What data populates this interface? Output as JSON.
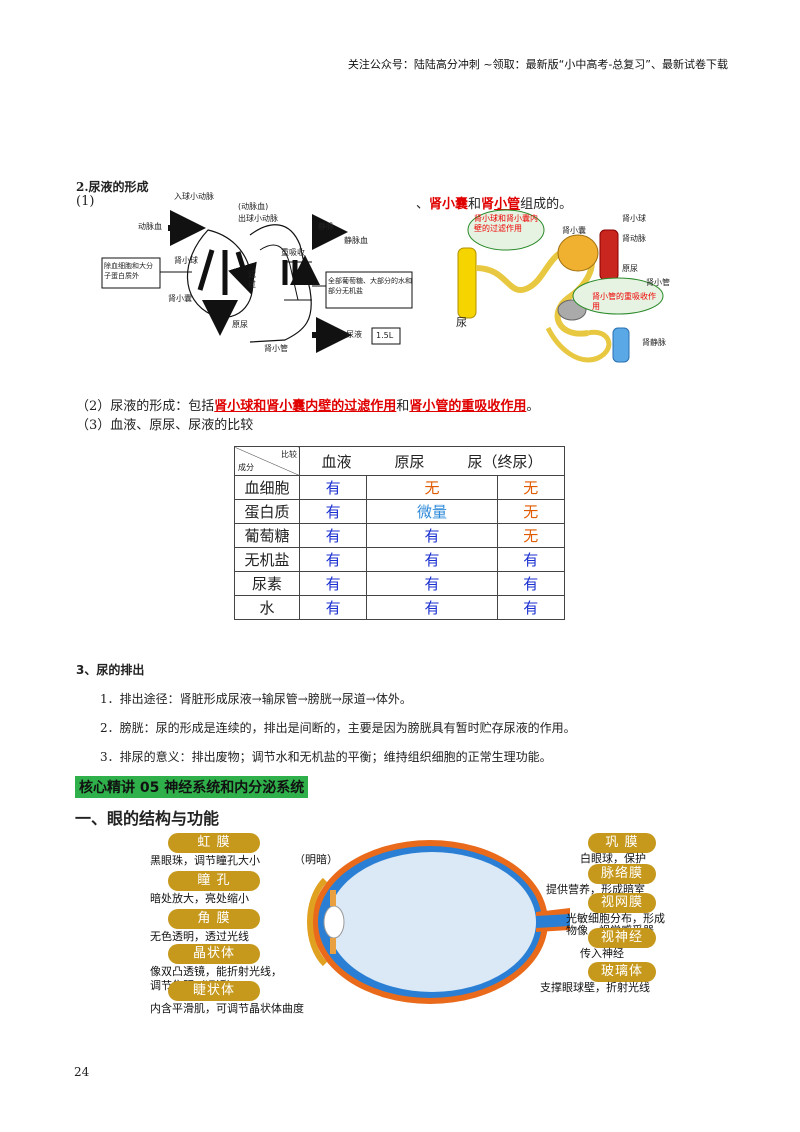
{
  "header": {
    "text": "关注公众号：陆陆高分冲刺  ~领取：最新版“小中高考-总复习”、最新试卷下载"
  },
  "section2": {
    "title": "2.尿液的形成",
    "line1_prefix": "(1)",
    "line1_mid": "、",
    "line1_term1": "肾小囊",
    "line1_and": "和",
    "line1_term2a": "肾",
    "line1_term2b": "小管",
    "line1_suffix": "组成的。"
  },
  "diagram1": {
    "labels": {
      "in_artery": "入球小动脉",
      "arteriole_paren": "(动脉血)",
      "out_artery": "出球小动脉",
      "vein": "静脉",
      "artery_blood": "动脉血",
      "vein_blood": "静脉血",
      "glomerulus": "肾小球",
      "filter": "滤过",
      "reabsorb": "重吸收",
      "bowman": "肾小囊",
      "primary_urine": "原尿",
      "tubule": "肾小管",
      "urine": "尿液",
      "volume": "1.5L",
      "box_left": "除血细胞和大分子蛋白质外",
      "box_right": "全部葡萄糖、大部分的水和部分无机盐"
    }
  },
  "diagram2": {
    "labels": {
      "filter_bubble": "肾小球和肾小囊内壁的过滤作用",
      "bowman": "肾小囊",
      "glomerulus": "肾小球",
      "in_artery": "肾动脉",
      "primary_urine": "原尿",
      "tubule": "肾小管",
      "reabsorb_bubble": "肾小管的重吸收作用",
      "urine": "尿",
      "renal_vein": "肾静脉"
    }
  },
  "para2": {
    "prefix": "（2）尿液的形成：包括",
    "term1": "肾小球和肾小囊内壁的过滤作用",
    "and": "和",
    "term2": "肾小管的重吸收作用",
    "end": "。"
  },
  "para3": {
    "text": "（3）血液、原尿、尿液的比较"
  },
  "table": {
    "corner_top": "比较",
    "corner_bottom": "成分",
    "headers": [
      "血液",
      "原尿",
      "尿（终尿）"
    ],
    "rows": [
      {
        "name": "血细胞",
        "cells": [
          "有",
          "无",
          "无"
        ],
        "colors": [
          "blue",
          "orange",
          "orange"
        ]
      },
      {
        "name": "蛋白质",
        "cells": [
          "有",
          "微量",
          "无"
        ],
        "colors": [
          "blue",
          "ltblue",
          "orange"
        ]
      },
      {
        "name": "葡萄糖",
        "cells": [
          "有",
          "有",
          "无"
        ],
        "colors": [
          "blue",
          "blue",
          "orange"
        ]
      },
      {
        "name": "无机盐",
        "cells": [
          "有",
          "有",
          "有"
        ],
        "colors": [
          "blue",
          "blue",
          "blue"
        ]
      },
      {
        "name": "尿素",
        "cells": [
          "有",
          "有",
          "有"
        ],
        "colors": [
          "blue",
          "blue",
          "blue"
        ]
      },
      {
        "name": "水",
        "cells": [
          "有",
          "有",
          "有"
        ],
        "colors": [
          "blue",
          "blue",
          "blue"
        ]
      }
    ]
  },
  "section3": {
    "title": "3、尿的排出",
    "items": [
      "1．排出途径：肾脏形成尿液→输尿管→膀胱→尿道→体外。",
      "2．膀胱：尿的形成是连续的，排出是间断的，主要是因为膀胱具有暂时贮存尿液的作用。",
      "3．排尿的意义：排出废物；调节水和无机盐的平衡；维持组织细胞的正常生理功能。"
    ]
  },
  "core": {
    "banner": "核心精讲 05  神经系统和内分泌系统"
  },
  "heading1": {
    "text": "一、眼的结构与功能"
  },
  "eye": {
    "left": [
      {
        "pill": "虹  膜",
        "desc1": "黑眼珠，调节瞳孔大小",
        "desc1b": "（明暗）",
        "desc2": ""
      },
      {
        "pill": "瞳  孔",
        "desc1": "暗处放大，亮处缩小",
        "desc1b": "",
        "desc2": ""
      },
      {
        "pill": "角  膜",
        "desc1": "无色透明，透过光线",
        "desc1b": "",
        "desc2": ""
      },
      {
        "pill": "晶状体",
        "desc1": "像双凸透镜，能折射光线，",
        "desc1b": "",
        "desc2": "调节焦距（远近）"
      },
      {
        "pill": "睫状体",
        "desc1": "内含平滑肌，可调节晶状体曲度",
        "desc1b": "",
        "desc2": ""
      }
    ],
    "right": [
      {
        "pill": "巩  膜",
        "desc1": "白眼球，保护",
        "desc2": ""
      },
      {
        "pill": "脉络膜",
        "desc1": "提供营养，形成暗室",
        "desc2": ""
      },
      {
        "pill": "视网膜",
        "desc1": "光敏细胞分布，形成",
        "desc2": "物像，视觉感受器"
      },
      {
        "pill": "视神经",
        "desc1": "传入神经",
        "desc2": ""
      },
      {
        "pill": "玻璃体",
        "desc1": "支撑眼球壁，折射光线",
        "desc2": ""
      }
    ]
  },
  "page_number": "24"
}
